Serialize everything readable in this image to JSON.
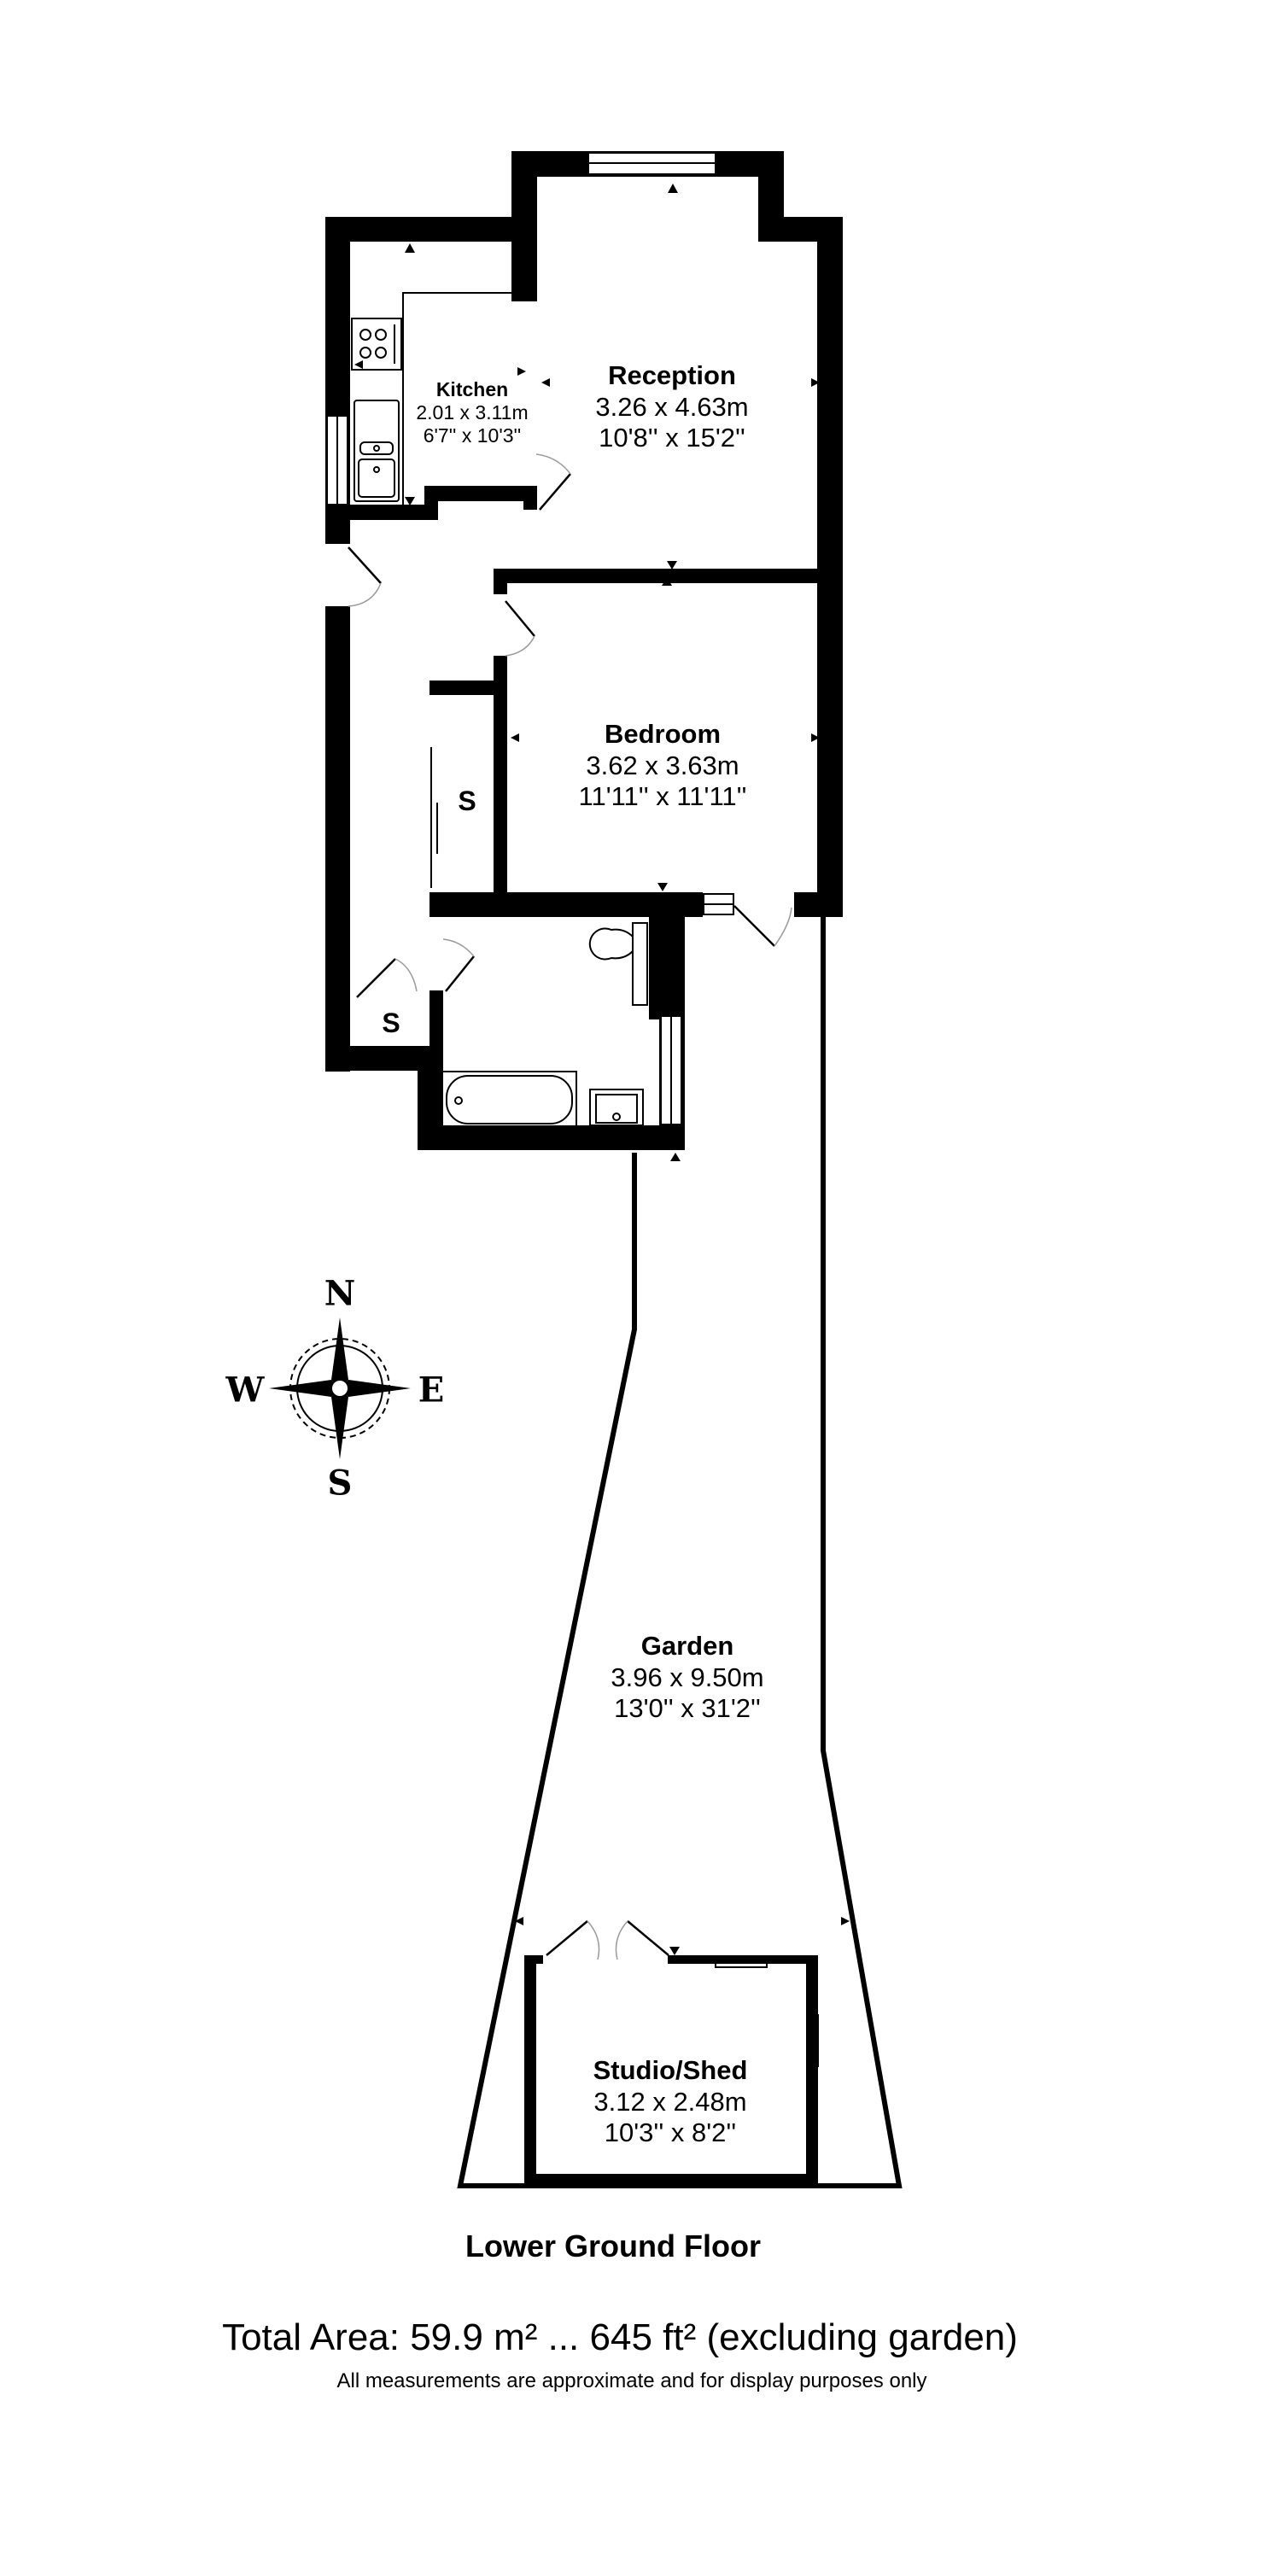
{
  "floor": {
    "title": "Lower Ground Floor",
    "total_area": "Total Area: 59.9 m² ... 645 ft² (excluding garden)",
    "disclaimer": "All measurements are approximate and for display purposes only"
  },
  "rooms": [
    {
      "name": "Kitchen",
      "metric": "2.01 x 3.11m",
      "imperial": "6'7'' x 10'3''"
    },
    {
      "name": "Reception",
      "metric": "3.26 x 4.63m",
      "imperial": "10'8'' x 15'2''"
    },
    {
      "name": "Bedroom",
      "metric": "3.62 x 3.63m",
      "imperial": "11'11'' x 11'11''"
    },
    {
      "name": "Garden",
      "metric": "3.96 x 9.50m",
      "imperial": "13'0'' x 31'2''"
    },
    {
      "name": "Studio/Shed",
      "metric": "3.12 x 2.48m",
      "imperial": "10'3'' x 8'2''"
    }
  ],
  "storage": [
    {
      "label": "S"
    },
    {
      "label": "S"
    }
  ],
  "compass": {
    "n": "N",
    "s": "S",
    "e": "E",
    "w": "W",
    "icon": "compass-rose-icon"
  },
  "colors": {
    "wall": "#000000",
    "background": "#ffffff",
    "door_arc": "#9a9a9a"
  }
}
